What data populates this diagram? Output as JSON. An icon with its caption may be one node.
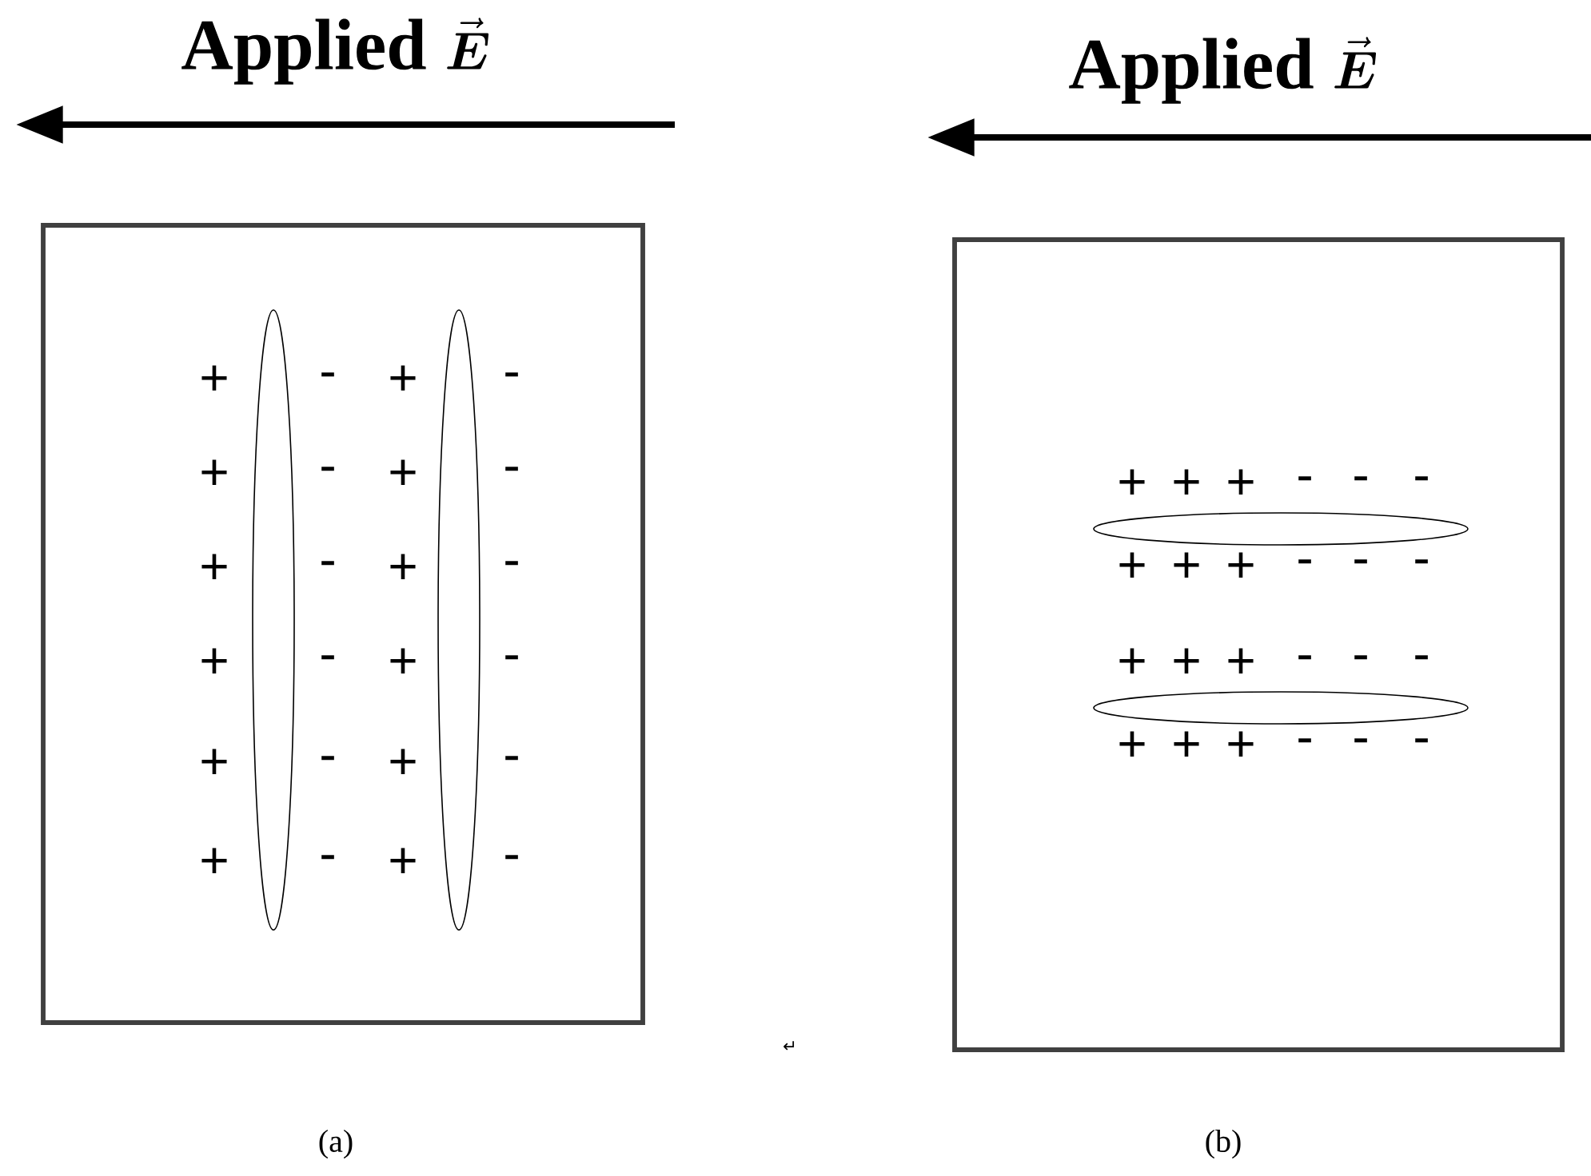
{
  "diagram": {
    "nodes": [
      {
        "text": [],
        "shape": "box"
      },
      {
        "text": [],
        "shape": "ellipse",
        "in": 0
      },
      {
        "text": [],
        "shape": "ellipse",
        "in": 0
      },
      {
        "text": [],
        "shape": "box"
      },
      {
        "text": [],
        "shape": "ellipse",
        "in": 3
      },
      {
        "text": [],
        "shape": "ellipse",
        "in": 3
      }
    ],
    "labels": [
      "\\textbf{Applied }\\vec{\\boldsymbol{E}}",
      "\\textbf{Applied }\\vec{\\boldsymbol{E}}",
      "+",
      "-",
      "+",
      "-",
      "+",
      "-",
      "+",
      "-",
      "+",
      "-",
      "+",
      "-",
      "+",
      "-",
      "+",
      "-",
      "+",
      "-",
      "+",
      "-",
      "+",
      "-",
      "+",
      "-",
      "+",
      "+",
      "+",
      "-",
      "-",
      "-",
      "+",
      "+",
      "+",
      "-",
      "-",
      "-",
      "+",
      "+",
      "+",
      "-",
      "-",
      "-",
      "+",
      "+",
      "+",
      "-",
      "-",
      "-",
      "↵",
      "(a)",
      "(b)"
    ]
  }
}
